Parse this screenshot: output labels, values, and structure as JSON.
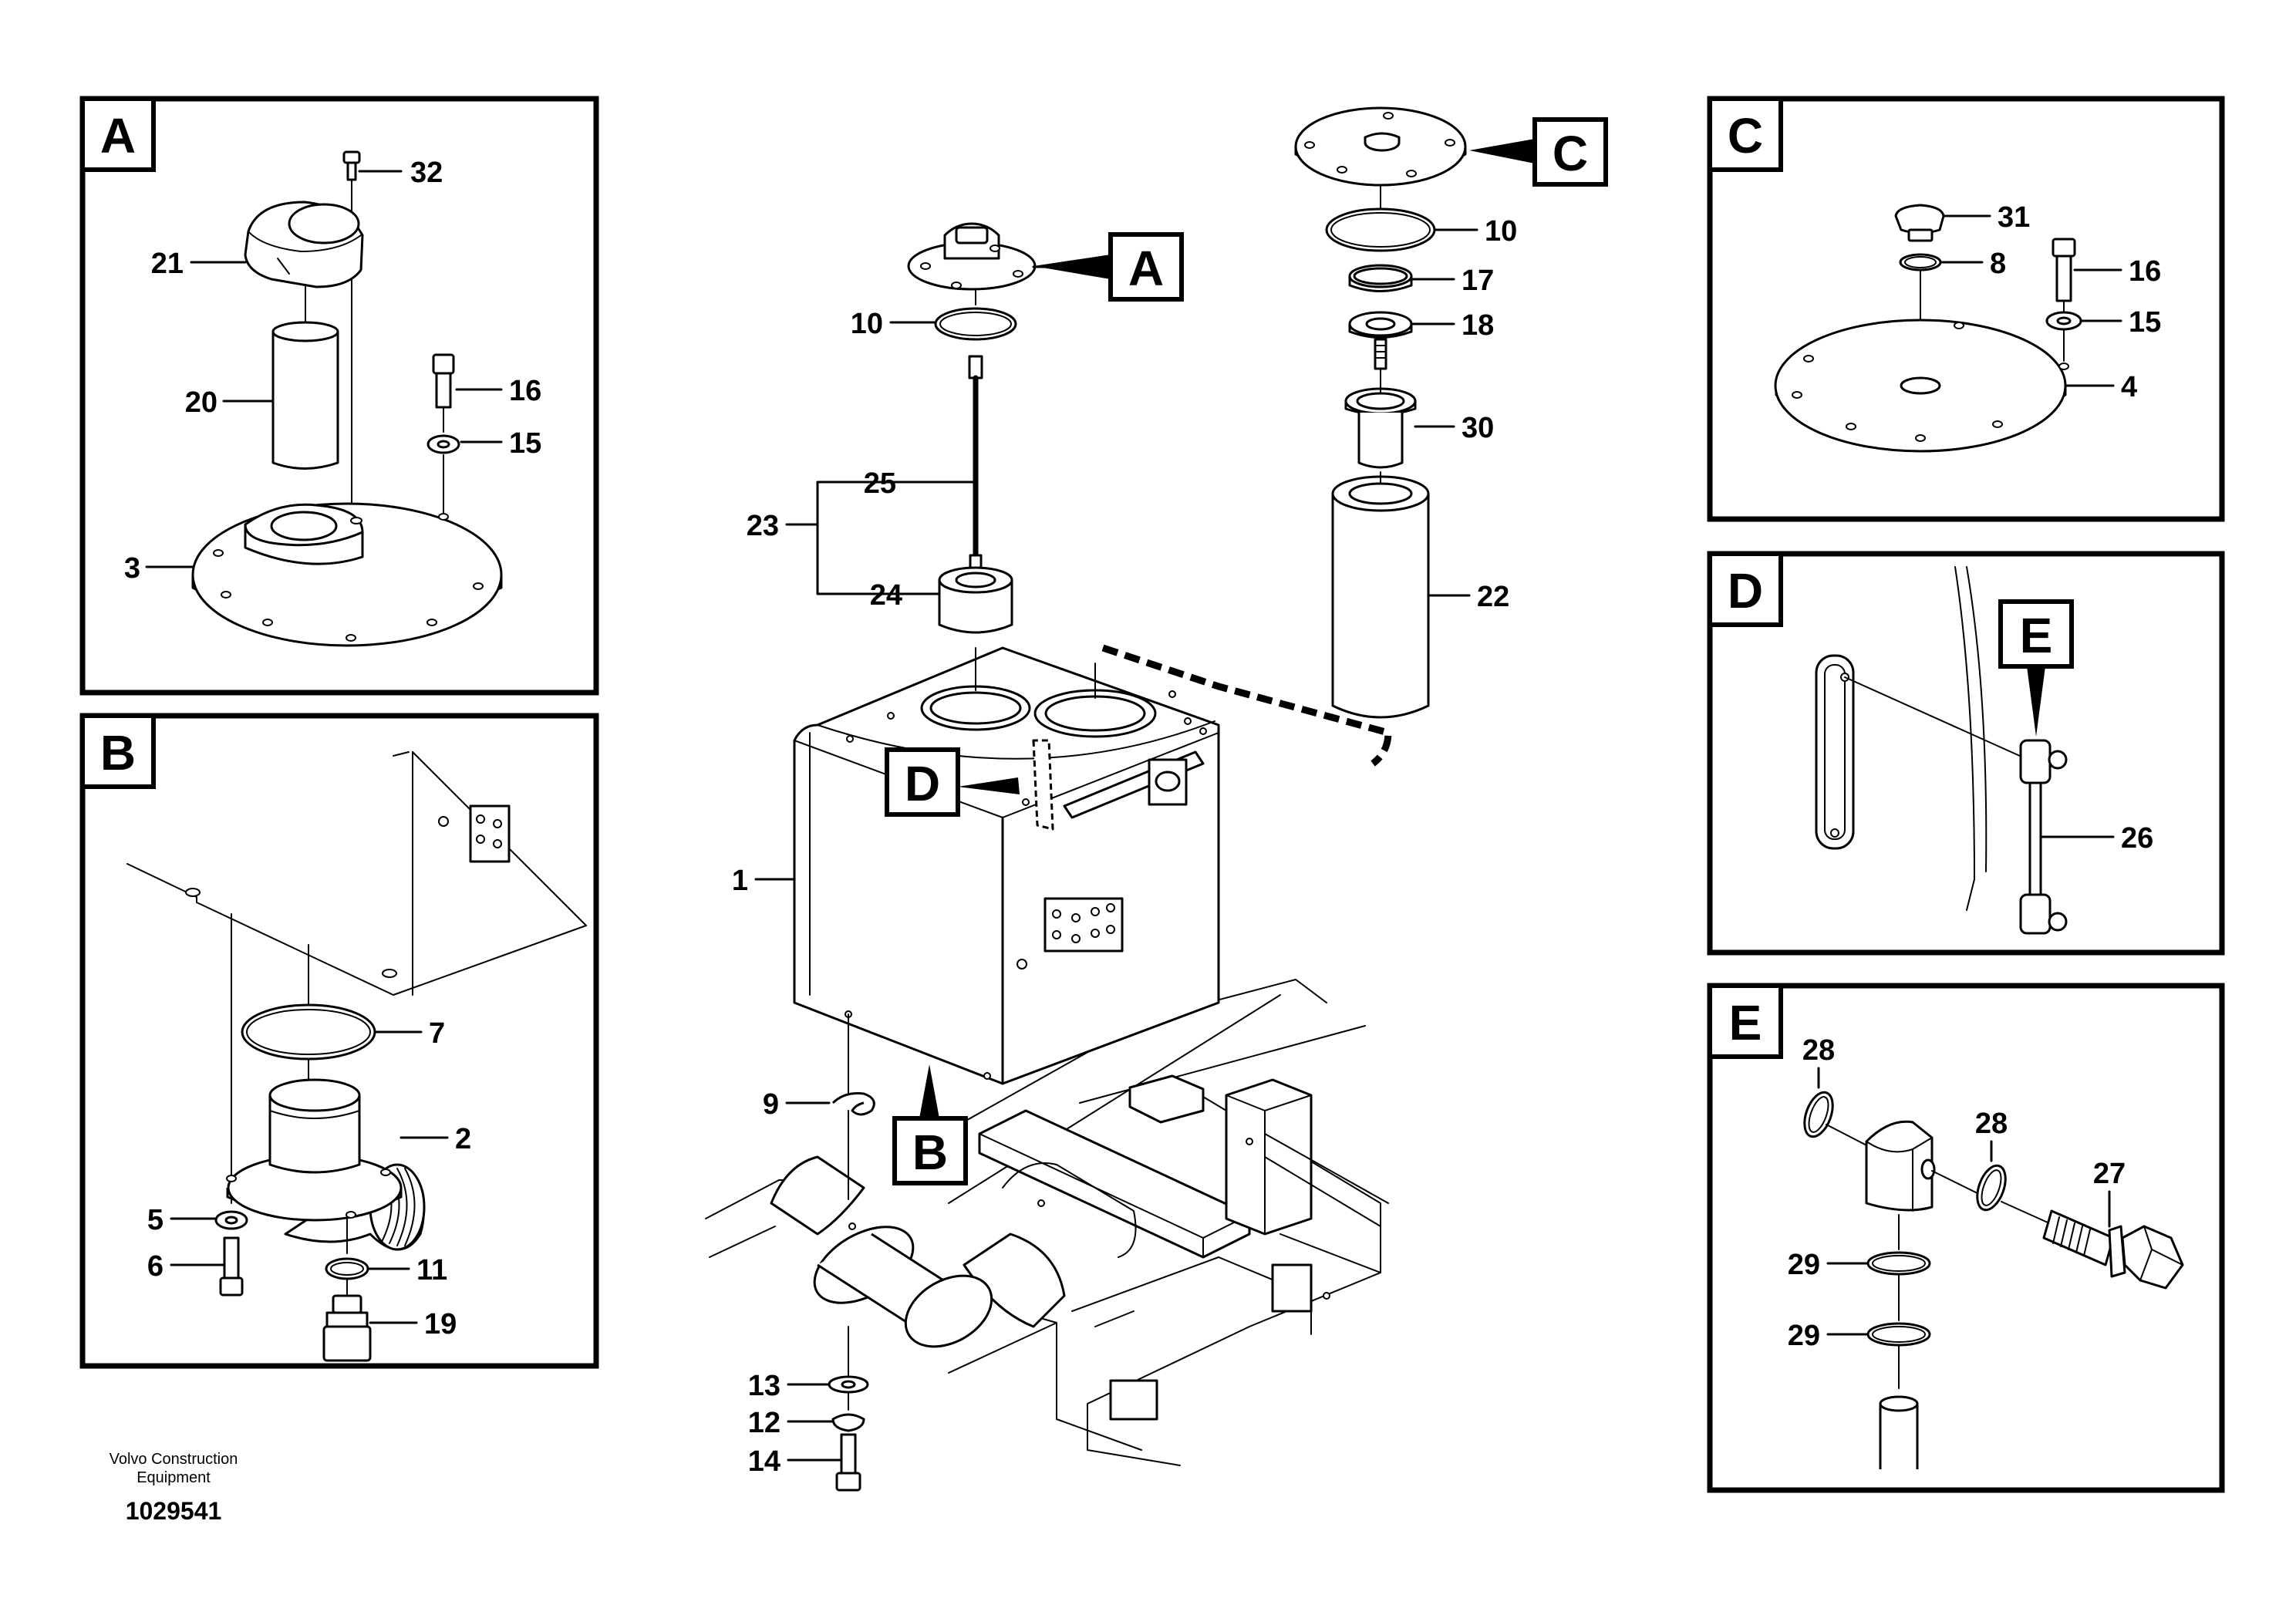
{
  "panels": {
    "A": {
      "letter": "A"
    },
    "B": {
      "letter": "B"
    },
    "C": {
      "letter": "C"
    },
    "D": {
      "letter": "D"
    },
    "E": {
      "letter": "E"
    }
  },
  "callouts": {
    "A": "A",
    "B": "B",
    "C": "C",
    "D": "D",
    "E": "E"
  },
  "labels": {
    "a32": "32",
    "a21": "21",
    "a20": "20",
    "a16": "16",
    "a15": "15",
    "a3": "3",
    "b7": "7",
    "b2": "2",
    "b5": "5",
    "b6": "6",
    "b11": "11",
    "b19": "19",
    "m10a": "10",
    "m25": "25",
    "m23": "23",
    "m24": "24",
    "m1": "1",
    "m9": "9",
    "m13": "13",
    "m12": "12",
    "m14": "14",
    "m10c": "10",
    "m17": "17",
    "m18": "18",
    "m30": "30",
    "m22": "22",
    "c31": "31",
    "c8": "8",
    "c16": "16",
    "c15": "15",
    "c4": "4",
    "d26": "26",
    "e28a": "28",
    "e28b": "28",
    "e27": "27",
    "e29a": "29",
    "e29b": "29"
  },
  "footer": {
    "company_line1": "Volvo Construction",
    "company_line2": "Equipment",
    "drawing_number": "1029541"
  }
}
